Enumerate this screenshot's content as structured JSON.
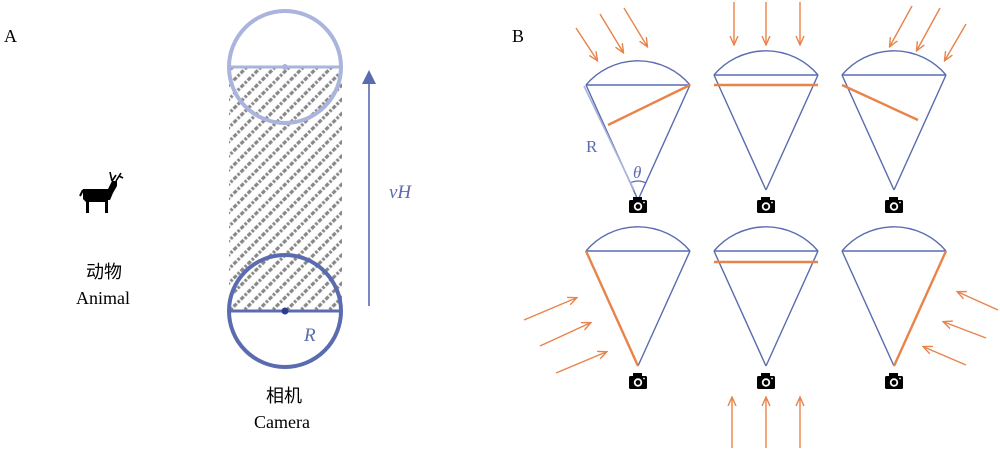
{
  "panel_a": {
    "label": "A",
    "animal_zh": "动物",
    "animal_en": "Animal",
    "camera_zh": "相机",
    "camera_en": "Camera",
    "radius_label": "R",
    "distance_label": "vH"
  },
  "panel_b": {
    "label": "B",
    "radius_label": "R",
    "angle_label": "θ"
  },
  "colors": {
    "blue": "#5a6bb0",
    "light_blue": "#aab4dd",
    "orange": "#e8834a",
    "hatch": "#888888"
  }
}
